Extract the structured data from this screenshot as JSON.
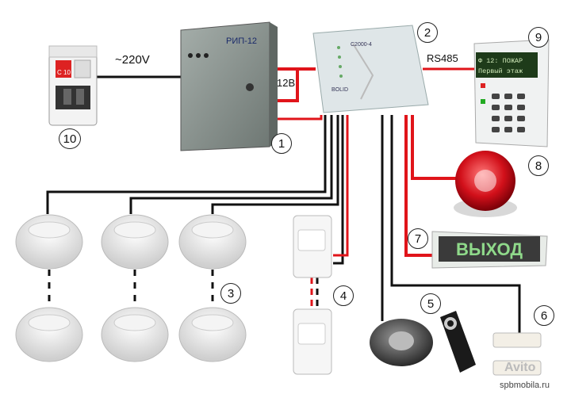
{
  "labels": {
    "voltage_ac": "~220V",
    "voltage_dc": "12В",
    "bus": "RS485",
    "psu_name": "РИП-12",
    "controller_name": "С2000-4",
    "controller_brand": "BOLID",
    "keypad_line1": "Ф  12:  ПОЖАР",
    "keypad_line2": "Первый этаж",
    "exit_sign": "ВЫХОД",
    "breaker_rating": "C 10",
    "watermark_site": "spbmobila.ru",
    "watermark_brand": "Avito"
  },
  "callouts": [
    "1",
    "2",
    "3",
    "4",
    "5",
    "6",
    "7",
    "8",
    "9",
    "10"
  ],
  "colors": {
    "wire_power": "#e0141a",
    "wire_signal": "#111111",
    "cabinet": "#8a9490",
    "sign_text": "#8fd98a"
  }
}
